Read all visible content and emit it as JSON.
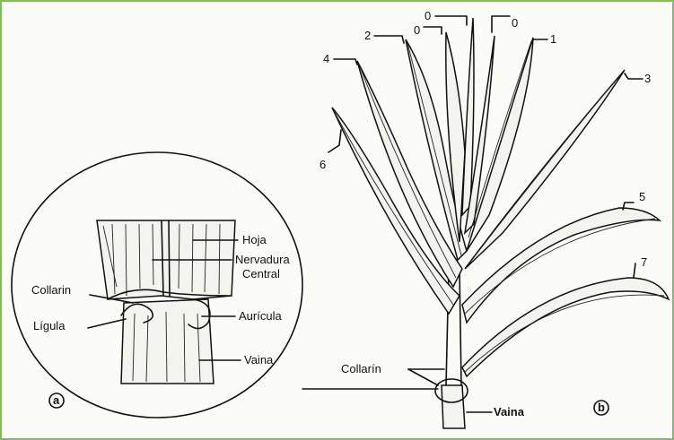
{
  "figure": {
    "panel_a_tag": "a",
    "panel_b_tag": "b"
  },
  "panel_a": {
    "labels": {
      "hoja": "Hoja",
      "nervadura_1": "Nervadura",
      "nervadura_2": "Central",
      "collarin": "Collarin",
      "ligula": "Lígula",
      "auricula": "Aurícula",
      "vaina": "Vaina"
    }
  },
  "panel_b": {
    "leaf_numbers": [
      "0",
      "0",
      "0",
      "1",
      "2",
      "3",
      "4",
      "5",
      "6",
      "7"
    ],
    "labels": {
      "collarin": "Collarín",
      "vaina": "Vaina"
    }
  },
  "colors": {
    "border": "#7fbf5a",
    "ink": "#111111",
    "background": "#fbfbf8"
  }
}
